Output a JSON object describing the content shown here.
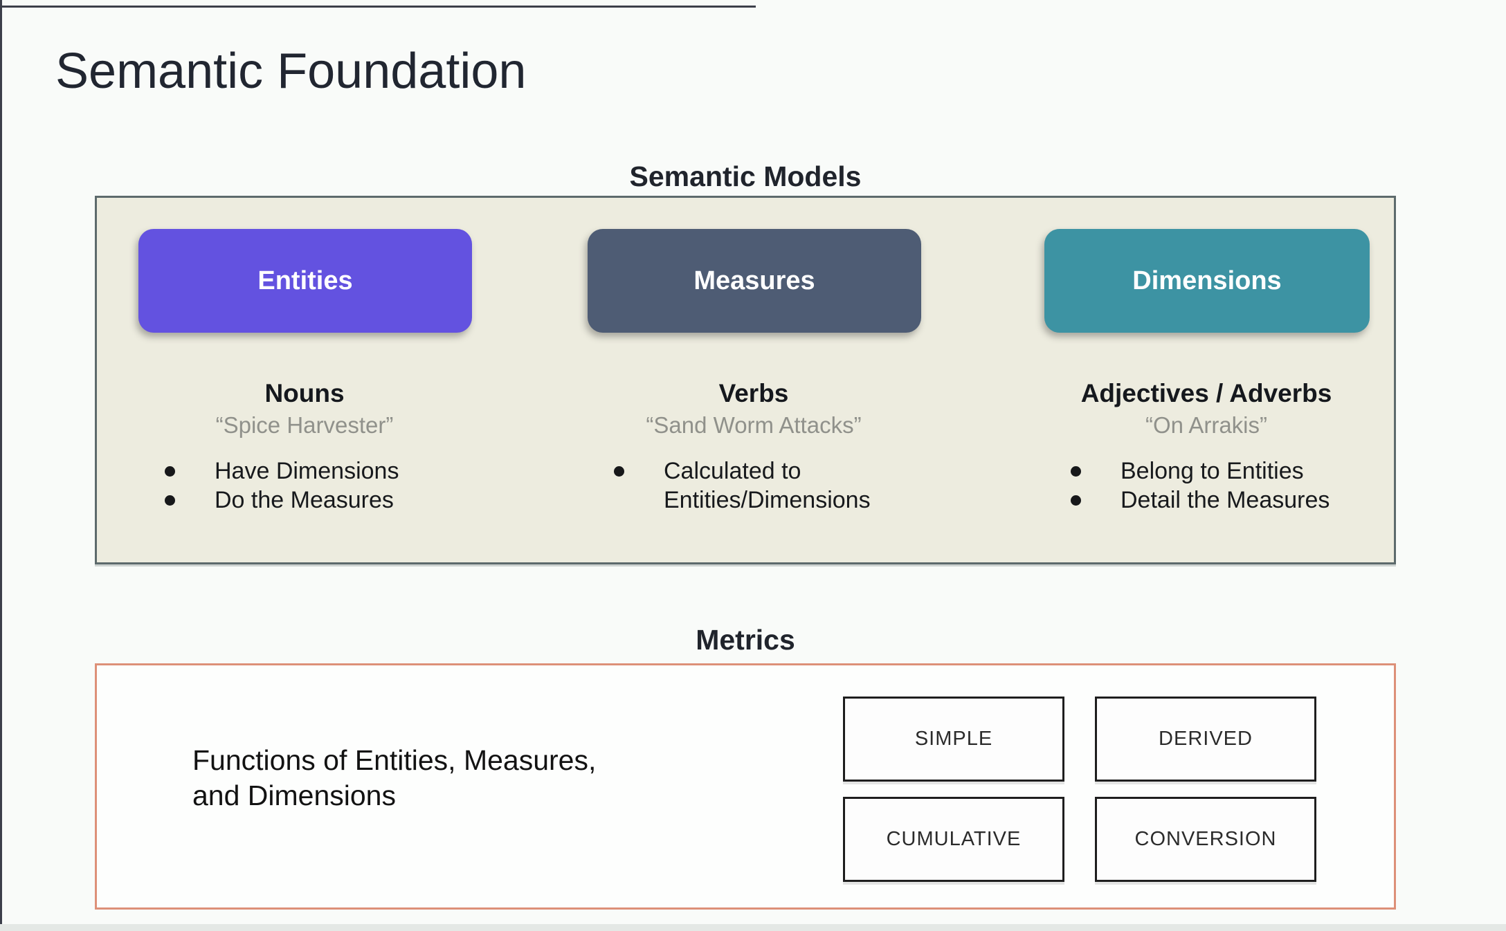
{
  "title": "Semantic Foundation",
  "colors": {
    "slide_background": "#f9fbf9",
    "panel_background": "#edecdf",
    "panel_border": "#5d6a6c",
    "metrics_border": "#dd9078",
    "entities_accent": "#6352e0",
    "measures_accent": "#4e5c74",
    "dimensions_accent": "#3d93a3"
  },
  "semantic_models": {
    "heading": "Semantic Models",
    "columns": [
      {
        "button": "Entities",
        "button_color": "#6352e0",
        "heading": "Nouns",
        "quote": "“Spice Harvester”",
        "bullets": [
          "Have Dimensions",
          "Do the Measures"
        ]
      },
      {
        "button": "Measures",
        "button_color": "#4e5c74",
        "heading": "Verbs",
        "quote": "“Sand Worm Attacks”",
        "bullets": [
          "Calculated to\nEntities/Dimensions"
        ]
      },
      {
        "button": "Dimensions",
        "button_color": "#3d93a3",
        "heading": "Adjectives / Adverbs",
        "quote": "“On Arrakis”",
        "bullets": [
          "Belong to Entities",
          "Detail the Measures"
        ]
      }
    ]
  },
  "metrics": {
    "heading": "Metrics",
    "description": "Functions of Entities, Measures,\nand Dimensions",
    "boxes": [
      "SIMPLE",
      "DERIVED",
      "CUMULATIVE",
      "CONVERSION"
    ]
  }
}
